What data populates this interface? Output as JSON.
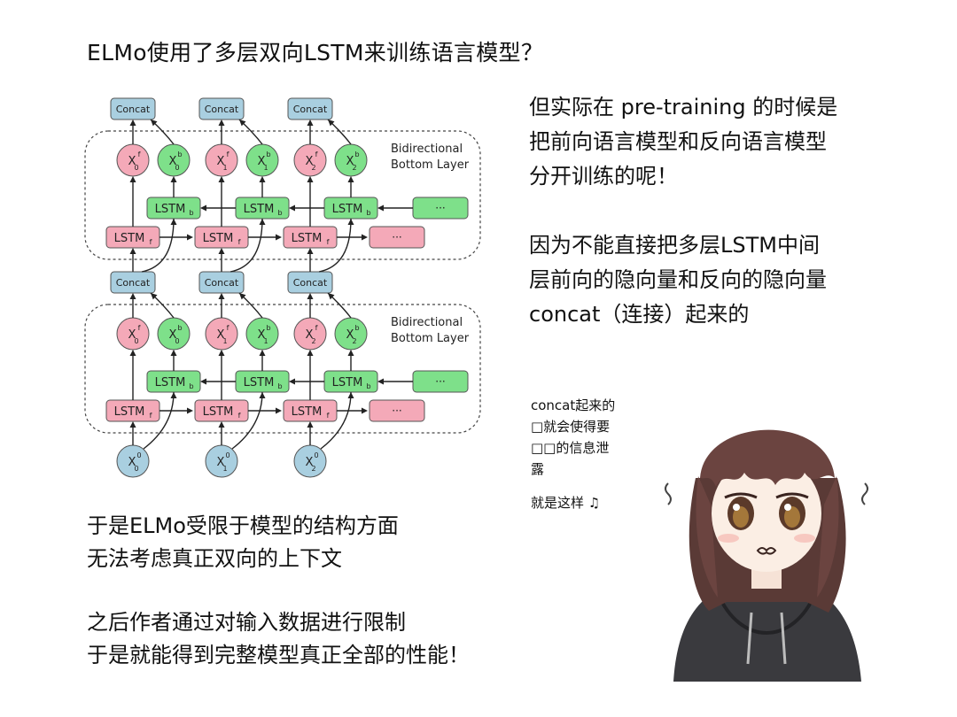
{
  "title": "ELMo使用了多层双向LSTM来训练语言模型？",
  "diagram": {
    "concat_label": "Concat",
    "layer_label_line1": "Bidirectional",
    "layer_label_line2": "Bottom Layer",
    "lstm_f": "LSTM",
    "lstm_f_sub": "f",
    "lstm_b": "LSTM",
    "lstm_b_sub": "b",
    "ellipsis": "···",
    "x_base": "X",
    "forward_sup": "f",
    "backward_sup": "b",
    "input_sup": "0",
    "indices": [
      "0",
      "1",
      "2"
    ]
  },
  "right_para1": [
    "但实际在 pre-training 的时候是",
    "把前向语言模型和反向语言模型",
    "分开训练的呢！"
  ],
  "right_para2": [
    "因为不能直接把多层LSTM中间",
    "层前向的隐向量和反向的隐向量",
    "concat（连接）起来的"
  ],
  "bubble": [
    "concat起来的",
    "□就会使得要",
    "□□的信息泄",
    "露"
  ],
  "bubble_tail": "就是这样 ♫",
  "bottom_para1": [
    "于是ELMo受限于模型的结构方面",
    "无法考虑真正双向的上下文"
  ],
  "bottom_para2": [
    "之后作者通过对输入数据进行限制",
    "于是就能得到完整模型真正全部的性能！"
  ],
  "colors": {
    "concat_fill": "#a9cfe0",
    "forward_fill": "#f4a9b8",
    "backward_fill": "#7ee08a",
    "input_fill": "#a9cfe0",
    "border": "#555555"
  }
}
